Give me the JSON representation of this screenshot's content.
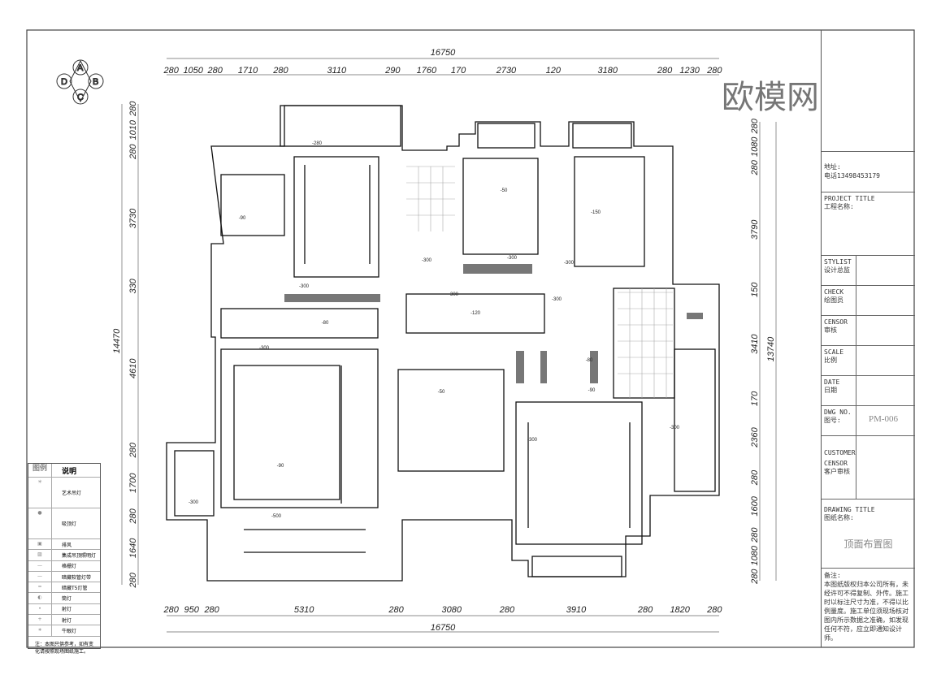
{
  "compass": [
    "A",
    "B",
    "C",
    "D"
  ],
  "dimensions": {
    "top_total": "16750",
    "top": [
      "280",
      "1050",
      "280",
      "1710",
      "280",
      "3110",
      "290",
      "1760",
      "170",
      "2730",
      "120",
      "3180",
      "280",
      "1230",
      "280"
    ],
    "bottom_total": "16750",
    "bottom": [
      "280",
      "950",
      "280",
      "5310",
      "280",
      "3080",
      "280",
      "3910",
      "280",
      "1820",
      "280"
    ],
    "left_total": "14470",
    "left": [
      "280",
      "1010",
      "280",
      "3730",
      "330",
      "4610",
      "280",
      "1700",
      "280",
      "1640",
      "280"
    ],
    "right_total": "13740",
    "right": [
      "280",
      "1080",
      "280",
      "3790",
      "150",
      "3410",
      "170",
      "2360",
      "280",
      "1600",
      "280",
      "1080",
      "280"
    ]
  },
  "ceiling_heights": [
    "-280",
    "-50",
    "-300",
    "-150",
    "-300",
    "-80",
    "-300",
    "-300",
    "-300",
    "-120",
    "-80",
    "-300",
    "-90",
    "-90",
    "-50",
    "-300",
    "-300",
    "-90",
    "-500",
    "-300",
    "-300"
  ],
  "title_block": {
    "address_label": "地址:",
    "phone": "电话13498453179",
    "project_title": "PROJECT TITLE",
    "project_title_cn": "工程名称:",
    "stylist": "STYLIST",
    "stylist_cn": "设计总监",
    "check": "CHECK",
    "check_cn": "绘图员",
    "censor": "CENSOR",
    "censor_cn": "审核",
    "scale": "SCALE",
    "scale_cn": "比例",
    "date": "DATE",
    "date_cn": "日期",
    "dwg_no": "DWG NO.",
    "dwg_no_cn": "图号:",
    "dwg_no_value": "PM-006",
    "customer": "CUSTOMER",
    "customer2": "CENSOR",
    "customer_cn": "客户审核",
    "drawing_title": "DRAWING TITLE",
    "drawing_title_cn": "图纸名称:",
    "drawing_title_value": "顶面布置图",
    "notes_label": "备注:",
    "notes": "本图纸版权归本公司所有，未经许可不得复制、外传。施工时以标注尺寸为准，不得以比例量度。施工单位须现场核对图内所示数据之准确，如发现任何不符，应立即通知设计师。"
  },
  "legend": {
    "header_icon": "图例",
    "header_desc": "说明",
    "items": [
      "艺术吊灯",
      "吸顶灯",
      "排风",
      "集成吊顶照明灯",
      "格栅灯",
      "暗藏软管灯带",
      "暗藏T5灯管",
      "筒灯",
      "射灯",
      "射灯",
      "牛眼灯"
    ],
    "note": "注：本图只供参考，如有变化请按照现场图纸施工。"
  },
  "watermark": "欧模网"
}
